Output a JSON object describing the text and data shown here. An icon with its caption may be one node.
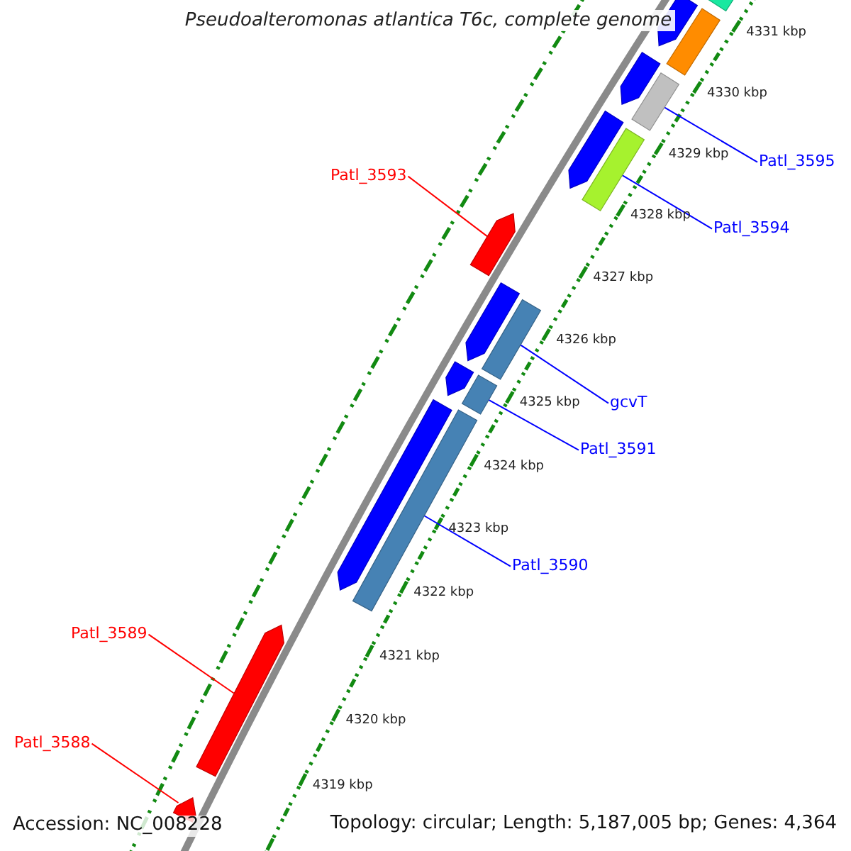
{
  "diagram": {
    "title": "Pseudoalteromonas atlantica T6c, complete genome",
    "nodes": [
      {
        "text": [
          "Patl_3595"
        ]
      },
      {
        "text": [
          "Patl_3593"
        ]
      },
      {
        "text": [
          "Patl_3594"
        ]
      },
      {
        "text": [
          "gcvT"
        ]
      },
      {
        "text": [
          "Patl_3591"
        ]
      },
      {
        "text": [
          "Patl_3590"
        ]
      },
      {
        "text": [
          "Patl_3589"
        ]
      },
      {
        "text": [
          "Patl_3588"
        ]
      },
      {
        "text": [],
        "shape": "bar"
      },
      {
        "text": [],
        "shape": "bar"
      },
      {
        "text": [],
        "shape": "bar"
      },
      {
        "text": [],
        "shape": "bar"
      },
      {
        "text": [],
        "shape": "bar"
      },
      {
        "text": [],
        "shape": "bar"
      },
      {
        "text": [],
        "shape": "bar"
      },
      {
        "text": [],
        "shape": "bar"
      },
      {
        "text": [],
        "shape": "bar"
      },
      {
        "text": [],
        "shape": "bar"
      },
      {
        "text": [],
        "shape": "bar"
      },
      {
        "text": [],
        "shape": "bar"
      },
      {
        "text": [],
        "shape": "bar"
      },
      {
        "text": [],
        "shape": "bar"
      },
      {
        "text": [],
        "shape": "bar"
      },
      {
        "text": [],
        "shape": "bar"
      }
    ],
    "edges": [
      {
        "from": 0,
        "to": 8,
        "arrow": "none"
      },
      {
        "from": 1,
        "to": 9,
        "arrow": "none",
        "color": "#ff0000"
      },
      {
        "from": 2,
        "to": 10,
        "arrow": "none"
      },
      {
        "from": 3,
        "to": 11,
        "arrow": "none"
      },
      {
        "from": 4,
        "to": 12,
        "arrow": "none"
      },
      {
        "from": 5,
        "to": 13,
        "arrow": "none"
      },
      {
        "from": 6,
        "to": 14,
        "arrow": "none",
        "color": "#ff0000"
      },
      {
        "from": 7,
        "to": 15,
        "arrow": "none",
        "color": "#ff0000"
      }
    ],
    "labels": [
      "4331 kbp",
      "4330 kbp",
      "4329 kbp",
      "4328 kbp",
      "4327 kbp",
      "4326 kbp",
      "4325 kbp",
      "4324 kbp",
      "4323 kbp",
      "4322 kbp",
      "4321 kbp",
      "4320 kbp",
      "4319 kbp",
      "Accession: NC_008228",
      "Topology: circular; Length: 5,187,005 bp; Genes: 4,364"
    ]
  }
}
